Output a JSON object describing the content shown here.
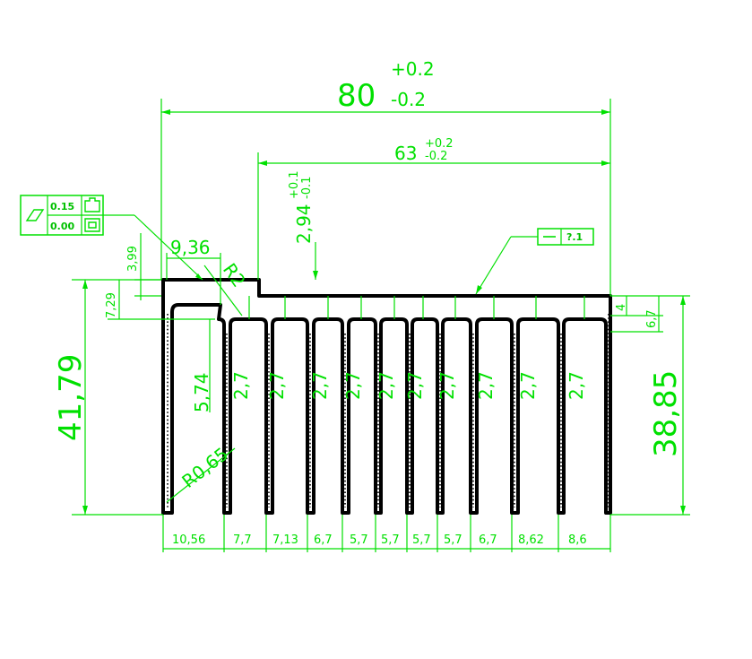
{
  "overall": {
    "width": "80",
    "tol_plus": "+0.2",
    "tol_minus": "-0.2"
  },
  "fin_span": {
    "value": "63",
    "tol_plus": "+0.2",
    "tol_minus": "-0.2"
  },
  "step": {
    "value": "2,94",
    "tol_plus": "+0.1",
    "tol_minus": "-0.1"
  },
  "labels": {
    "h3_99": "3,99",
    "h7_29": "7,29",
    "w9_36": "9,36",
    "r2": "R2",
    "h41_79": "41,79",
    "h38_85": "38,85",
    "t4": "4",
    "t6_7": "6,7",
    "h5_74": "5,74",
    "r065": "R0,65"
  },
  "fin_widths": [
    "2,7",
    "2,7",
    "2,7",
    "2,7",
    "2,7",
    "2,7",
    "2,7",
    "2,7",
    "2,7",
    "2,7"
  ],
  "bottom_dims": [
    "10,56",
    "7,7",
    "7,13",
    "6,7",
    "5,7",
    "5,7",
    "5,7",
    "5,7",
    "6,7",
    "8,62",
    "8,6"
  ],
  "flatness_frame": {
    "value": "?.1"
  },
  "parallelism_frame": {
    "tol_1": "0.15",
    "tol_2": "0.00"
  },
  "colors": {
    "dimension": "#00e000",
    "profile": "#000000",
    "background": "#ffffff"
  }
}
